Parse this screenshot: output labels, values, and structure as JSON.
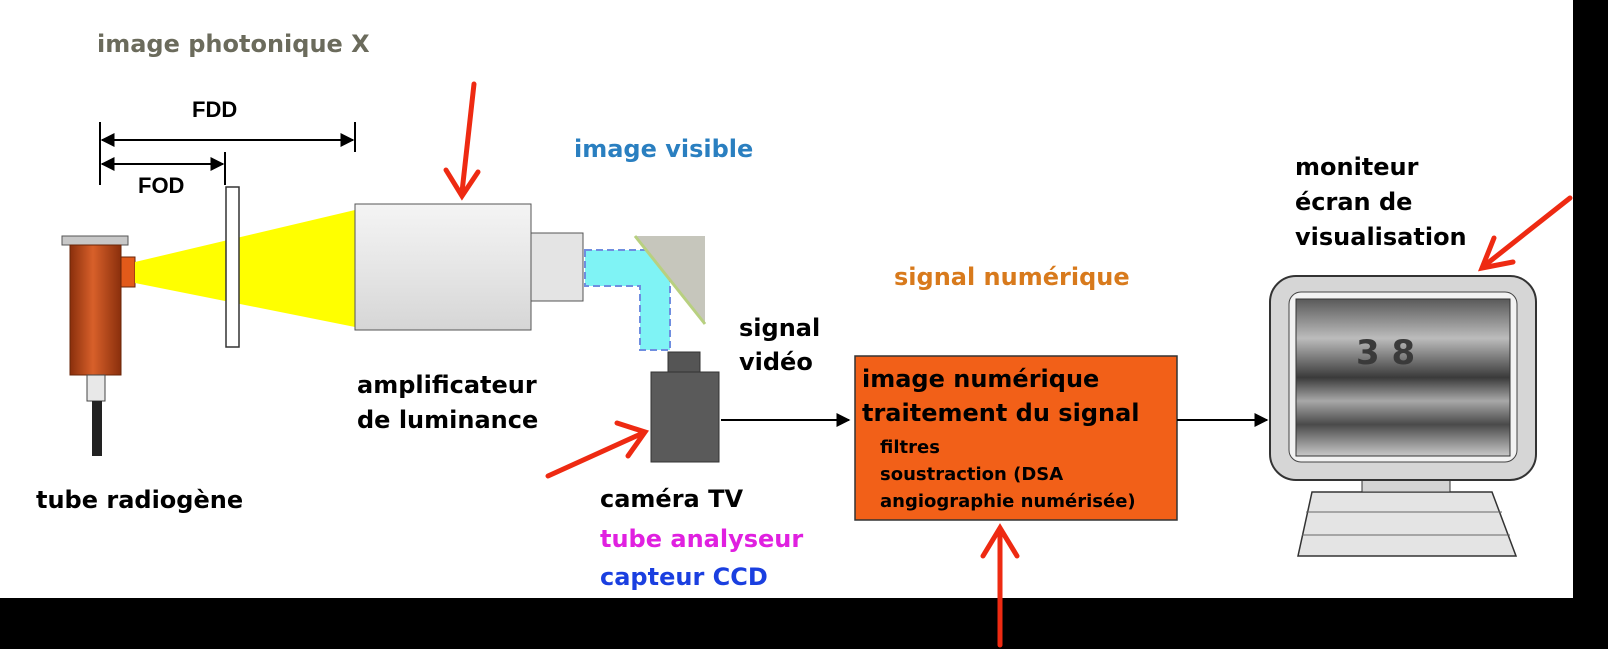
{
  "labels": {
    "title": "image photonique X",
    "fdd": "FDD",
    "fod": "FOD",
    "image_visible": "image visible",
    "signal_numerique": "signal numérique",
    "monitor_line1": "moniteur",
    "monitor_line2": "écran de",
    "monitor_line3": "visualisation",
    "signal_video_1": "signal",
    "signal_video_2": "vidéo",
    "amplifier_1": "amplificateur",
    "amplifier_2": "de luminance",
    "tube": "tube radiogène",
    "camera_1": "caméra TV",
    "camera_2": "tube analyseur",
    "camera_3": "capteur CCD",
    "screen_value": "3 8"
  },
  "processing_box": {
    "title_1": "image numérique",
    "title_2": "traitement du signal",
    "items": [
      "filtres",
      "soustraction (DSA",
      "angiographie numérisée)"
    ]
  },
  "colors": {
    "background": "#000000",
    "panel": "#ffffff",
    "title_gray": "#6b6b5c",
    "image_visible_blue": "#2a7fc0",
    "signal_orange": "#d87a1c",
    "tube_analyseur_magenta": "#e020e0",
    "capteur_ccd_blue": "#1a3fe0",
    "processing_box_fill": "#f26018",
    "annotation_arrow_red": "#ee2a12",
    "xray_beam_yellow": "#ffff00",
    "light_guide_cyan": "#7ff3f5",
    "tube_body_orange": "#c2501a"
  }
}
